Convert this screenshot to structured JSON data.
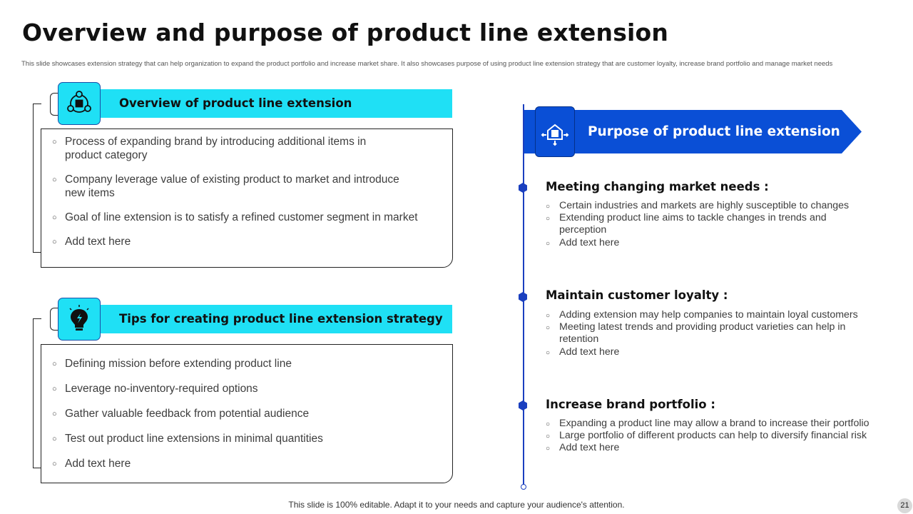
{
  "slide": {
    "title": "Overview and purpose of product line extension",
    "subtitle": "This slide showcases extension strategy that can help organization to expand the product portfolio and increase market share. It also showcases purpose of using product line extension strategy that are customer loyalty, increase brand portfolio and manage market needs",
    "footer": "This slide is 100% editable. Adapt it to your needs and capture your audience's attention.",
    "page_number": "21"
  },
  "colors": {
    "cyan_accent": "#1fe0f5",
    "blue_accent": "#0a4fd6",
    "timeline_blue": "#1a3fbf"
  },
  "overview": {
    "icon": "team-network-icon",
    "heading": "Overview of product line extension",
    "items": [
      "Process of expanding brand by introducing additional items in product category",
      "Company leverage value of existing product to market and introduce new items",
      "Goal of line extension is to satisfy a refined customer segment in market",
      "Add text here"
    ]
  },
  "tips": {
    "icon": "lightbulb-icon",
    "heading": "Tips for creating product line extension strategy",
    "items": [
      "Defining mission before extending product line",
      "Leverage no-inventory-required  options",
      "Gather valuable feedback from potential audience",
      "Test out product line extensions in minimal quantities",
      "Add text here"
    ]
  },
  "purpose": {
    "icon": "product-box-icon",
    "heading": "Purpose of product line extension",
    "sections": [
      {
        "title": "Meeting changing market needs :",
        "items": [
          "Certain industries and markets are highly susceptible to changes",
          "Extending product line aims to tackle changes in trends and perception",
          "Add text here"
        ]
      },
      {
        "title": "Maintain customer loyalty :",
        "items": [
          "Adding extension may help companies to maintain loyal customers",
          "Meeting latest trends and providing product varieties can help in retention",
          "Add text here"
        ]
      },
      {
        "title": "Increase brand portfolio :",
        "items": [
          "Expanding a product line may allow a brand to increase their portfolio",
          "Large portfolio of different products can help to diversify financial risk",
          "Add text here"
        ]
      }
    ]
  }
}
